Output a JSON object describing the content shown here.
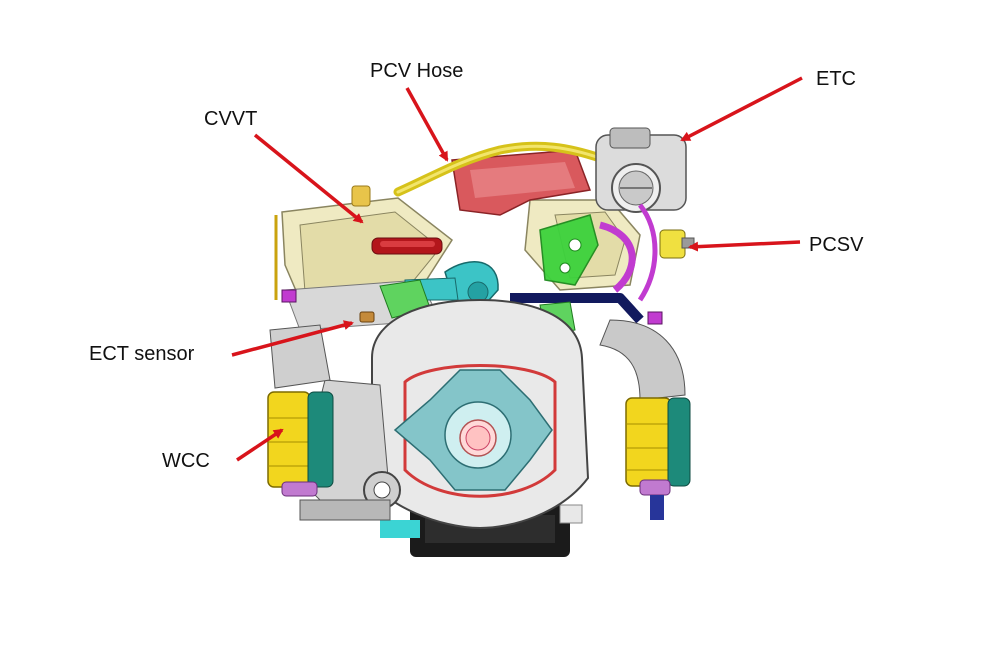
{
  "labels": {
    "pcv_hose": "PCV Hose",
    "etc": "ETC",
    "cvvt": "CVVT",
    "pcsv": "PCSV",
    "ect_sensor": "ECT sensor",
    "wcc": "WCC"
  },
  "colors": {
    "arrow": "#d8141b",
    "background": "#ffffff"
  }
}
